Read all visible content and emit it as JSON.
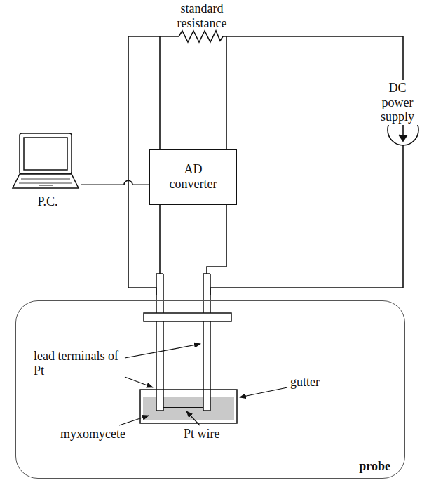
{
  "diagram": {
    "nodes": [
      {
        "text": [
          "AD converter"
        ]
      },
      {
        "text": [
          "P.C."
        ]
      },
      {
        "text": [
          "probe"
        ]
      }
    ],
    "edges": [
      {
        "from": 1,
        "to": 0,
        "arrow": "none"
      }
    ],
    "labels": [
      "standard resistance",
      "DC power supply",
      "lead terminals of Pt",
      "gutter",
      "myxomycete",
      "Pt wire"
    ]
  }
}
